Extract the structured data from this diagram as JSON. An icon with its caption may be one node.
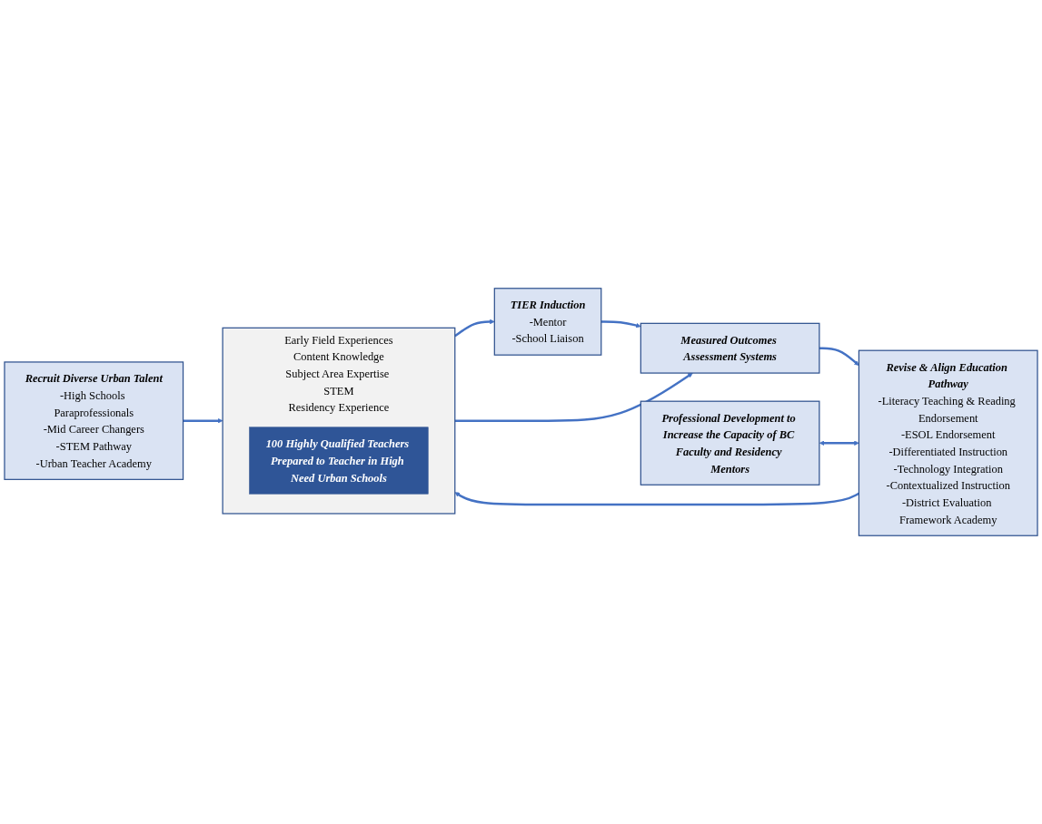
{
  "diagram": {
    "nodes": [
      {
        "text": [
          "Recruit Diverse Urban Talent",
          "-High Schools Paraprofessionals",
          "-Mid Career Changers",
          "-STEM Pathway",
          "-Urban Teacher Academy"
        ]
      },
      {
        "text": [
          "Early Field Experiences",
          "Content Knowledge",
          "Subject Area Expertise STEM",
          "Residency Experience"
        ]
      },
      {
        "text": [
          "100 Highly Qualified Teachers Prepared to Teacher in High Need Urban Schools"
        ],
        "in": 1
      },
      {
        "text": [
          "TIER Induction",
          "-Mentor",
          "-School Liaison"
        ]
      },
      {
        "text": [
          "Professional Development to Increase the Capacity of BC Faculty and Residency Mentors"
        ]
      },
      {
        "text": [
          "Revise & Align Education Pathway",
          "-Literacy Teaching & Reading Endorsement",
          "-ESOL Endorsement",
          "-Differentiated Instruction",
          "-Technology Integration",
          "-Contextualized Instruction",
          "-District Evaluation Framework Academy"
        ]
      },
      {
        "text": [
          "Measured Outcomes Assessment Systems"
        ]
      }
    ],
    "edges": [
      {
        "from": 0,
        "to": 1,
        "arrow": "to"
      },
      {
        "from": 1,
        "to": 3,
        "arrow": "to"
      },
      {
        "from": 3,
        "to": 6,
        "arrow": "to"
      },
      {
        "from": 1,
        "to": 6,
        "arrow": "to"
      },
      {
        "from": 6,
        "to": 5,
        "arrow": "to"
      },
      {
        "from": 5,
        "to": 1,
        "arrow": "to"
      },
      {
        "from": 4,
        "to": 5,
        "arrow": "both"
      }
    ]
  }
}
